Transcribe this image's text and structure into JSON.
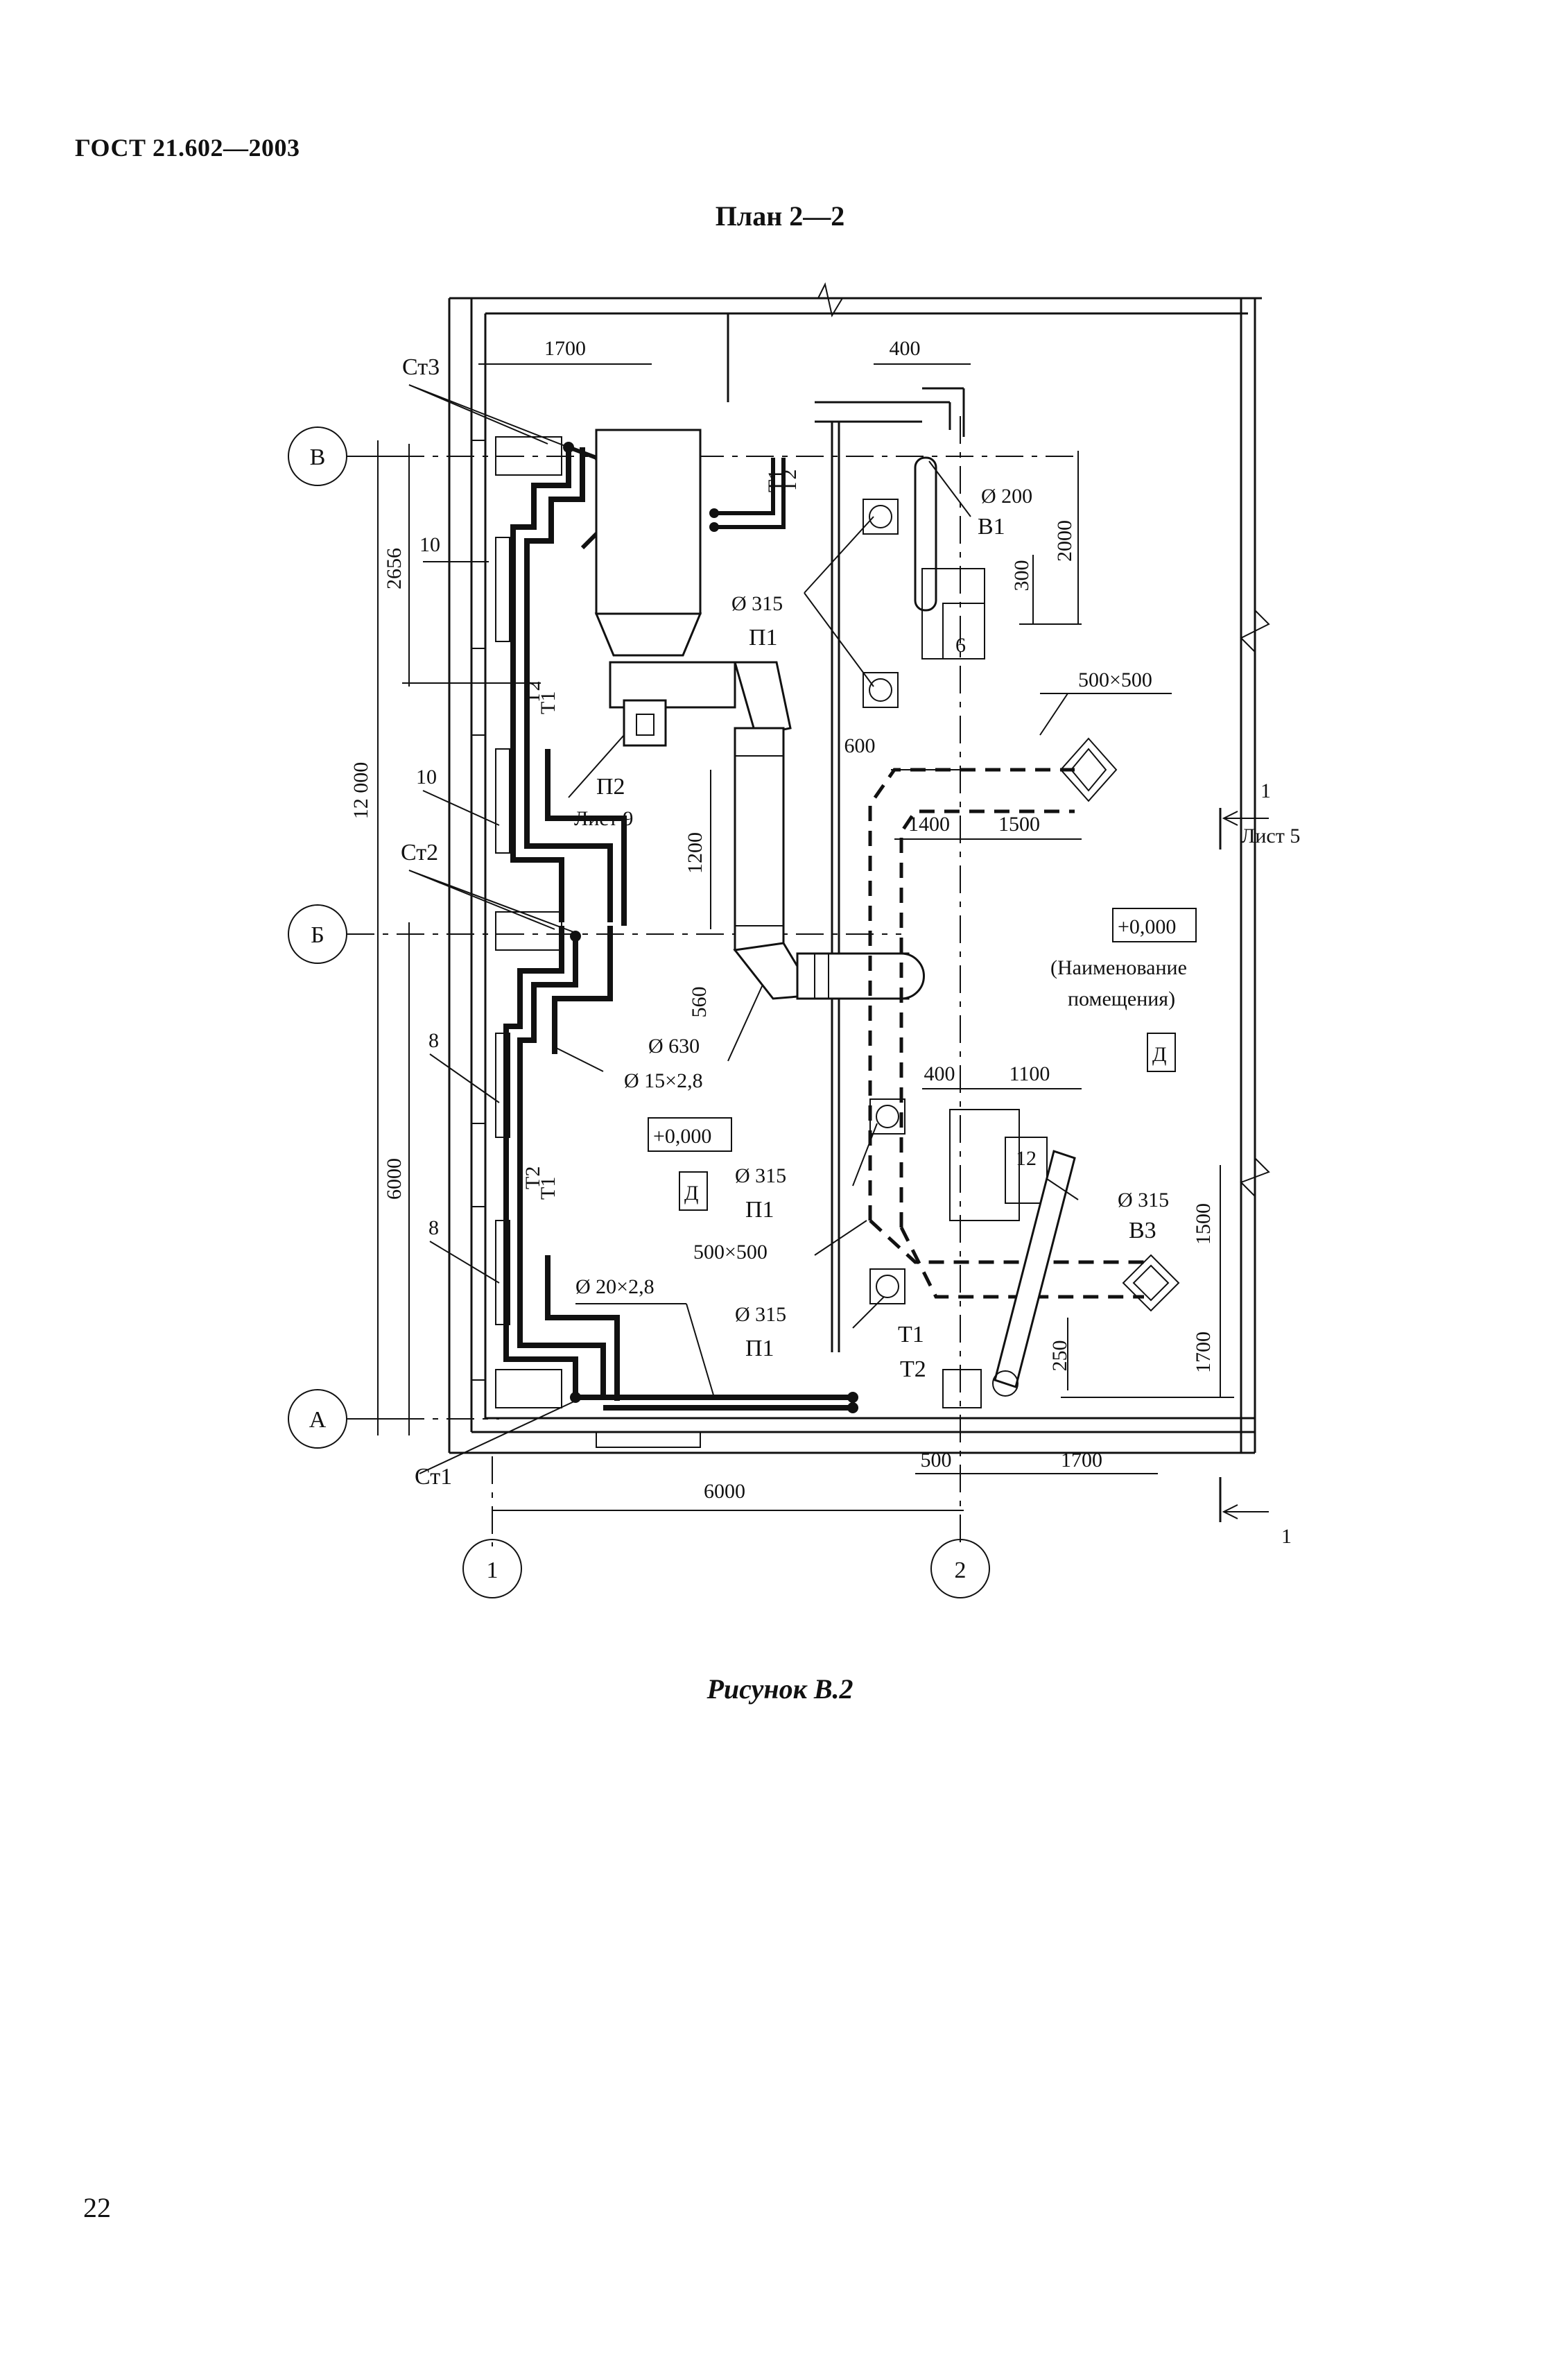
{
  "header": {
    "doc_code": "ГОСТ 21.602—2003"
  },
  "drawing": {
    "title": "План 2—2",
    "caption": "Рисунок В.2",
    "axes": {
      "rows": [
        "В",
        "Б",
        "А"
      ],
      "cols": [
        "1",
        "2"
      ]
    },
    "dimensions": {
      "d1700_top": "1700",
      "d400_top": "400",
      "d2656": "2656",
      "d12000": "12 000",
      "d6000_v": "6000",
      "d6000_h": "6000",
      "d200_dia": "Ø 200",
      "d300": "300",
      "d2000": "2000",
      "d600": "600",
      "d1200": "1200",
      "d1400": "1400",
      "d1500_h": "1500",
      "d560": "560",
      "d400_mid": "400",
      "d1100": "1100",
      "d1500_v": "1500",
      "d1700_v": "1700",
      "d250": "250",
      "d500": "500",
      "d1700_bot": "1700"
    },
    "labels": {
      "st3": "Ст3",
      "st2": "Ст2",
      "st1": "Ст1",
      "n10a": "10",
      "n10b": "10",
      "n8a": "8",
      "n8b": "8",
      "n6": "6",
      "n12": "12",
      "t1": "Т1",
      "t2": "Т2",
      "dia315_a": "Ø 315",
      "p1_a": "П1",
      "b1": "В1",
      "duct500_a": "500×500",
      "p2": "П2",
      "list9": "Лист 9",
      "section_num_top": "1",
      "list5": "Лист 5",
      "section_num_bot": "1",
      "level_a": "+0,000",
      "room_name": "(Наименование",
      "room_name2": "помещения)",
      "d_a": "Д",
      "dia630": "Ø 630",
      "pipe15": "Ø 15×2,8",
      "level_b": "+0,000",
      "d_b": "Д",
      "dia315_b": "Ø 315",
      "p1_b": "П1",
      "duct500_b": "500×500",
      "dia315_v3": "Ø 315",
      "b3": "В3",
      "pipe20": "Ø 20×2,8",
      "dia315_c": "Ø 315",
      "p1_c": "П1"
    }
  },
  "footer": {
    "page_number": "22"
  }
}
